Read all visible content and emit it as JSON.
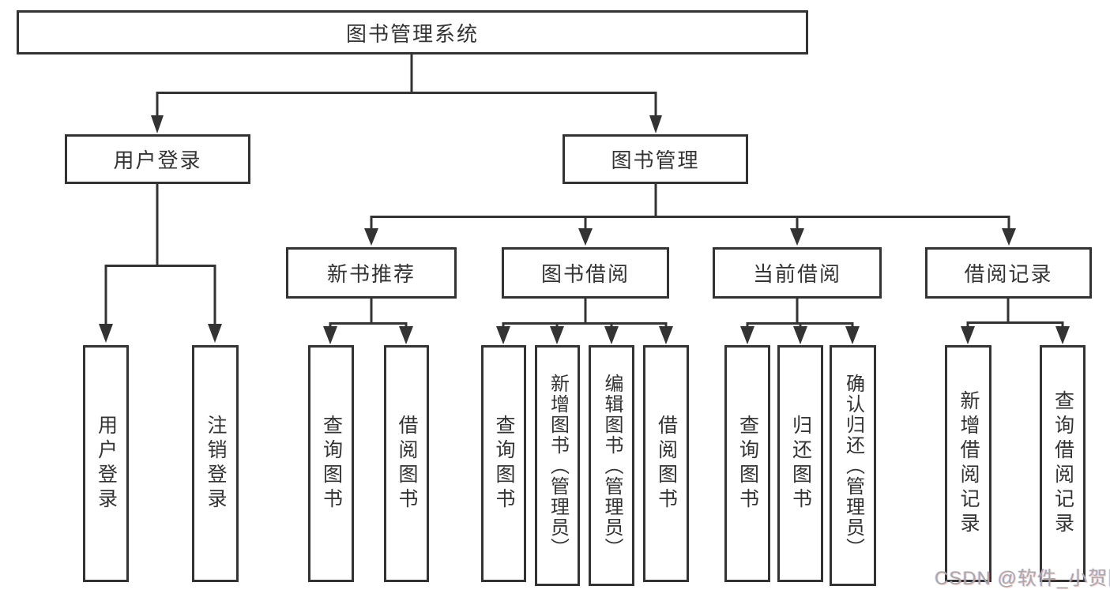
{
  "tree": {
    "label": "图书管理系统",
    "children": [
      {
        "label": "用户登录",
        "children": [
          {
            "label": "用户登录"
          },
          {
            "label": "注销登录"
          }
        ]
      },
      {
        "label": "图书管理",
        "children": [
          {
            "label": "新书推荐",
            "children": [
              {
                "label": "查询图书"
              },
              {
                "label": "借阅图书"
              }
            ]
          },
          {
            "label": "图书借阅",
            "children": [
              {
                "label": "查询图书"
              },
              {
                "label": "新增图书（管理员）"
              },
              {
                "label": "编辑图书（管理员）"
              },
              {
                "label": "借阅图书"
              }
            ]
          },
          {
            "label": "当前借阅",
            "children": [
              {
                "label": "查询图书"
              },
              {
                "label": "归还图书"
              },
              {
                "label": "确认归还（管理员）"
              }
            ]
          },
          {
            "label": "借阅记录",
            "children": [
              {
                "label": "新增借阅记录"
              },
              {
                "label": "查询借阅记录"
              }
            ]
          }
        ]
      }
    ]
  },
  "watermark": {
    "text": "CSDN @软件_小贺同学"
  },
  "colors": {
    "line": "#333333",
    "text": "#333333",
    "watermark": "#a9a9a9",
    "background": "#ffffff"
  }
}
